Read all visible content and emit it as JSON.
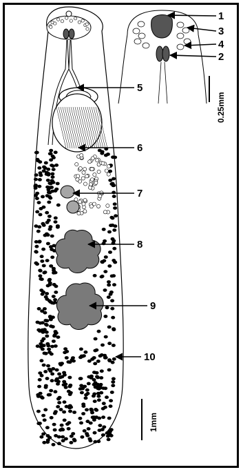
{
  "figure": {
    "callouts": [
      {
        "id": "1",
        "text": "1"
      },
      {
        "id": "2",
        "text": "2"
      },
      {
        "id": "3",
        "text": "3"
      },
      {
        "id": "4",
        "text": "4"
      },
      {
        "id": "5",
        "text": "5"
      },
      {
        "id": "6",
        "text": "6"
      },
      {
        "id": "7",
        "text": "7"
      },
      {
        "id": "8",
        "text": "8"
      },
      {
        "id": "9",
        "text": "9"
      },
      {
        "id": "10",
        "text": "10"
      }
    ],
    "scale_bars": {
      "detail": "0.25mm",
      "body": "1mm"
    }
  },
  "colors": {
    "outline": "#000000",
    "organ_fill": "#7a7a7a",
    "ovary_fill": "#a6a6a6",
    "sucker_fill": "#555555"
  }
}
